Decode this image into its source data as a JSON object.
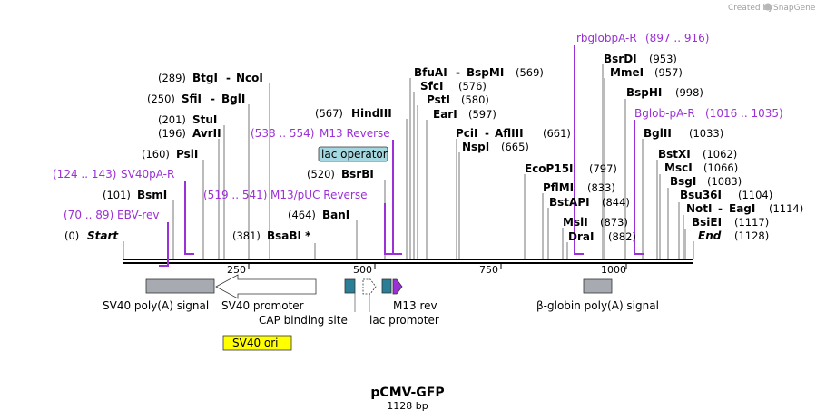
{
  "credit": {
    "prefix": "Created by",
    "brand": "SnapGene"
  },
  "title": "pCMV-GFP",
  "length_label": "1128 bp",
  "ruler": {
    "ticks": [
      "250",
      "500",
      "750",
      "1000"
    ]
  },
  "colors": {
    "primer": "#9b30d6",
    "feature_gray": "#a7aab0",
    "feature_teal": "#2a7f96",
    "ori": "#ffff00",
    "operator": "#a5d7e0"
  },
  "sites": [
    {
      "pos": "(0)",
      "name": "Start"
    },
    {
      "pos": "(101)",
      "name": "BsmI"
    },
    {
      "pos": "(160)",
      "name": "PsiI"
    },
    {
      "pos": "(196)",
      "name": "AvrII"
    },
    {
      "pos": "(201)",
      "name": "StuI"
    },
    {
      "pos": "(250)",
      "name": "SfiI",
      "name2": "BglI"
    },
    {
      "pos": "(289)",
      "name": "BtgI",
      "name2": "NcoI"
    },
    {
      "pos": "(381)",
      "name": "BsaBI *"
    },
    {
      "pos": "(464)",
      "name": "BanI"
    },
    {
      "pos": "(520)",
      "name": "BsrBI"
    },
    {
      "pos": "(567)",
      "name": "HindIII"
    },
    {
      "pos": "(569)",
      "name": "BfuAI",
      "name2": "BspMI"
    },
    {
      "pos": "(576)",
      "name": "SfcI"
    },
    {
      "pos": "(580)",
      "name": "PstI"
    },
    {
      "pos": "(597)",
      "name": "EarI"
    },
    {
      "pos": "(661)",
      "name": "PciI",
      "name2": "AflIII"
    },
    {
      "pos": "(665)",
      "name": "NspI"
    },
    {
      "pos": "(797)",
      "name": "EcoP15I"
    },
    {
      "pos": "(833)",
      "name": "PflMI"
    },
    {
      "pos": "(844)",
      "name": "BstAPI"
    },
    {
      "pos": "(873)",
      "name": "MslI"
    },
    {
      "pos": "(882)",
      "name": "DraI"
    },
    {
      "pos": "(953)",
      "name": "BsrDI"
    },
    {
      "pos": "(957)",
      "name": "MmeI"
    },
    {
      "pos": "(998)",
      "name": "BspHI"
    },
    {
      "pos": "(1033)",
      "name": "BglII"
    },
    {
      "pos": "(1062)",
      "name": "BstXI"
    },
    {
      "pos": "(1066)",
      "name": "MscI"
    },
    {
      "pos": "(1083)",
      "name": "BsgI"
    },
    {
      "pos": "(1104)",
      "name": "Bsu36I"
    },
    {
      "pos": "(1114)",
      "name": "NotI",
      "name2": "EagI"
    },
    {
      "pos": "(1117)",
      "name": "BsiEI"
    },
    {
      "pos": "(1128)",
      "name": "End"
    }
  ],
  "primers": [
    {
      "range": "(70 .. 89)",
      "name": "EBV-rev"
    },
    {
      "range": "(124 .. 143)",
      "name": "SV40pA-R"
    },
    {
      "range": "(519 .. 541)",
      "name": "M13/pUC Reverse"
    },
    {
      "range": "(538 .. 554)",
      "name": "M13 Reverse"
    },
    {
      "range": "(897 .. 916)",
      "name": "rbglobpA-R"
    },
    {
      "range": "(1016 .. 1035)",
      "name": "Bglob-pA-R"
    }
  ],
  "features": {
    "sv40_polya": "SV40 poly(A) signal",
    "sv40_promoter": "SV40 promoter",
    "cap": "CAP binding site",
    "lac_promoter": "lac promoter",
    "m13_rev": "M13 rev",
    "globin_polya": "β-globin poly(A) signal",
    "sv40_ori": "SV40 ori",
    "lac_operator": "lac operator"
  }
}
